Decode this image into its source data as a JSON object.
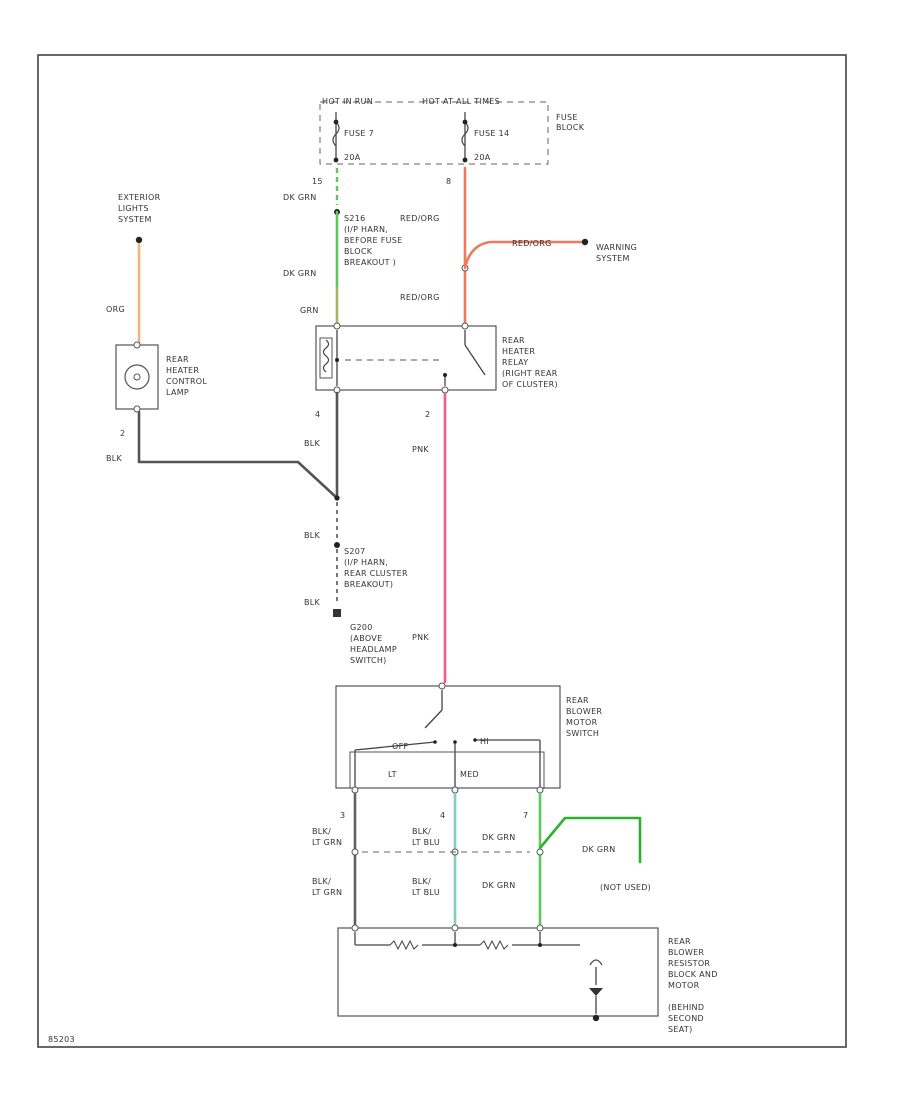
{
  "colors": {
    "dk_grn": "#5cc85c",
    "red_org": "#f07a5e",
    "orange": "#f5b27a",
    "pink": "#ee5c84",
    "black": "#555555",
    "lt_blu": "#7fcfc2",
    "green": "#30b030",
    "frame": "#444444"
  },
  "labels": {
    "fuse_hdr_left": "HOT IN RUN",
    "fuse_hdr_right": "HOT AT ALL TIMES",
    "fuse_block": [
      "FUSE",
      "BLOCK"
    ],
    "fuse7": "FUSE 7",
    "fuse7_amp": "20A",
    "fuse14": "FUSE 14",
    "fuse14_amp": "20A",
    "pin_15": "15",
    "pin_8": "8",
    "dk_grn_1": "DK GRN",
    "s216": [
      "S216",
      "(I/P HARN,",
      "BEFORE FUSE",
      "BLOCK",
      "BREAKOUT )"
    ],
    "red_org_1": "RED/ORG",
    "red_org_2": "RED/ORG",
    "red_org_3": "RED/ORG",
    "warning": [
      "WARNING",
      "SYSTEM"
    ],
    "dk_grn_2": "DK GRN",
    "grn_1": "GRN",
    "exterior": [
      "EXTERIOR",
      "LIGHTS",
      "SYSTEM"
    ],
    "org": "ORG",
    "lamp": [
      "REAR",
      "HEATER",
      "CONTROL",
      "LAMP"
    ],
    "relay": [
      "REAR",
      "HEATER",
      "RELAY",
      "(RIGHT REAR",
      "OF CLUSTER)"
    ],
    "pin_2a": "2",
    "pin_4": "4",
    "pin_2b": "2",
    "blk_1": "BLK",
    "blk_2": "BLK",
    "blk_3": "BLK",
    "blk_4": "BLK",
    "pnk_1": "PNK",
    "pnk_2": "PNK",
    "s207": [
      "S207",
      "(I/P HARN,",
      "REAR CLUSTER",
      "BREAKOUT)"
    ],
    "g200": [
      "G200",
      "(ABOVE",
      "HEADLAMP",
      "SWITCH)"
    ],
    "switch": [
      "REAR",
      "BLOWER",
      "MOTOR",
      "SWITCH"
    ],
    "off": "OFF",
    "hi": "HI",
    "lt": "LT",
    "med": "MED",
    "pin_3": "3",
    "pin_4b": "4",
    "pin_7": "7",
    "blk_lt_grn_1": [
      "BLK/",
      "LT GRN"
    ],
    "blk_lt_grn_2": [
      "BLK/",
      "LT GRN"
    ],
    "blk_lt_blu_1": [
      "BLK/",
      "LT BLU"
    ],
    "blk_lt_blu_2": [
      "BLK/",
      "LT BLU"
    ],
    "dk_grn_3": "DK GRN",
    "dk_grn_4": "DK GRN",
    "dk_grn_5": "DK GRN",
    "not_used": "(NOT USED)",
    "resistor": [
      "REAR",
      "BLOWER",
      "RESISTOR",
      "BLOCK AND",
      "MOTOR",
      "(BEHIND",
      "SECOND",
      "SEAT)"
    ],
    "figure_id": "85203"
  }
}
